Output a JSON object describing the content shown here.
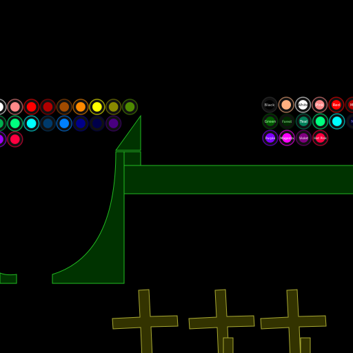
{
  "palette_left": {
    "row1": [
      {
        "color": "#ffffff"
      },
      {
        "color": "#ff8a8a"
      },
      {
        "color": "#ff0000"
      },
      {
        "color": "#b00000"
      },
      {
        "color": "#a24b00"
      },
      {
        "color": "#ff8a00"
      },
      {
        "color": "#ffff00"
      },
      {
        "color": "#8a8a00"
      },
      {
        "color": "#4f8a00"
      }
    ],
    "row2": [
      {
        "color": "#00b050"
      },
      {
        "color": "#00ff80"
      },
      {
        "color": "#00ffff"
      },
      {
        "color": "#003a6b"
      },
      {
        "color": "#0080ff"
      },
      {
        "color": "#00008a"
      },
      {
        "color": "#00004a"
      },
      {
        "color": "#4a0080"
      }
    ],
    "row3": [
      {
        "color": "#a000ff"
      },
      {
        "color": "#ff0040"
      }
    ]
  },
  "palette_right": {
    "row1": [
      {
        "label": "Black",
        "color": "#000000",
        "text": "#d0d0d0"
      },
      {
        "label": "",
        "color": "#ffb080",
        "text": "#000000"
      },
      {
        "label": "White",
        "color": "#ffffff",
        "text": "#000000"
      },
      {
        "label": "Pink",
        "color": "#ff8a8a",
        "text": "#ffffff"
      },
      {
        "label": "Red",
        "color": "#ff0000",
        "text": "#ffffff"
      },
      {
        "label": "Ma",
        "color": "#b00000",
        "text": "#ffffff"
      }
    ],
    "row2": [
      {
        "label": "Green",
        "color": "#005a00",
        "text": "#a0ffa0"
      },
      {
        "label": "Forest",
        "color": "#002a00",
        "text": "#a0ffa0"
      },
      {
        "label": "Teal",
        "color": "#00805a",
        "text": "#ffffff"
      },
      {
        "label": "",
        "color": "#00ff80",
        "text": "#000000"
      },
      {
        "label": "",
        "color": "#00ffff",
        "text": "#000000"
      },
      {
        "label": "Na",
        "color": "#000020",
        "text": "#8080ff"
      }
    ],
    "row3": [
      {
        "label": "Purple",
        "color": "#8000ff",
        "text": "#ffffff"
      },
      {
        "label": "Magenta",
        "color": "#ff00ff",
        "text": "#ffffff"
      },
      {
        "label": "Violet",
        "color": "#800080",
        "text": "#ffffff"
      },
      {
        "label": "Hot Pink",
        "color": "#ff0040",
        "text": "#ffffff"
      }
    ]
  },
  "colors": {
    "background": "#000000",
    "structure_fill": "#003300",
    "structure_stroke": "#22bb22",
    "cross_fill": "#333300",
    "cross_stroke": "#aaaa33"
  }
}
